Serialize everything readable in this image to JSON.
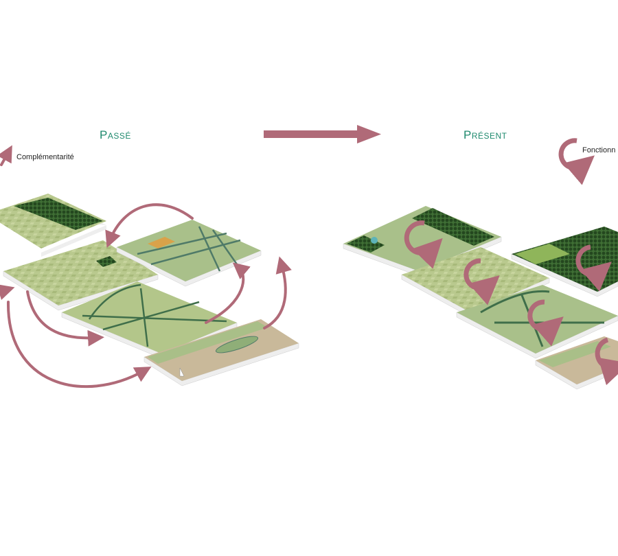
{
  "past": {
    "title": "Passé",
    "legend": "Complémentarité"
  },
  "present": {
    "title": "Présent",
    "legend": "Fonctionn"
  },
  "colors": {
    "arrow": "#b06a78",
    "title": "#1f8a6e",
    "field": "#b9c98e",
    "forest": "#2f5a2a",
    "sand": "#c9b99a",
    "road": "#4f7a68"
  }
}
